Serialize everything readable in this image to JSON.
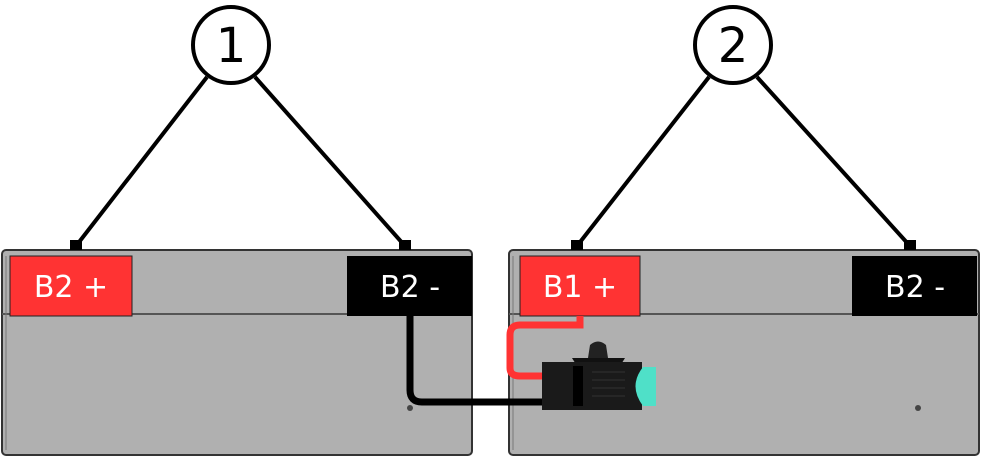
{
  "callouts": [
    {
      "number": "1"
    },
    {
      "number": "2"
    }
  ],
  "batteries": [
    {
      "terminals": [
        {
          "label": "B2 +",
          "color": "#ff3333"
        },
        {
          "label": "B2 -",
          "color": "#000000"
        }
      ]
    },
    {
      "terminals": [
        {
          "label": "B1 +",
          "color": "#ff3333"
        },
        {
          "label": "B2 -",
          "color": "#000000"
        }
      ]
    }
  ],
  "colors": {
    "battery_body": "#b0b0b0",
    "positive_wire": "#ff3333",
    "negative_wire": "#000000",
    "fuse_cap": "#4fe0c8"
  }
}
